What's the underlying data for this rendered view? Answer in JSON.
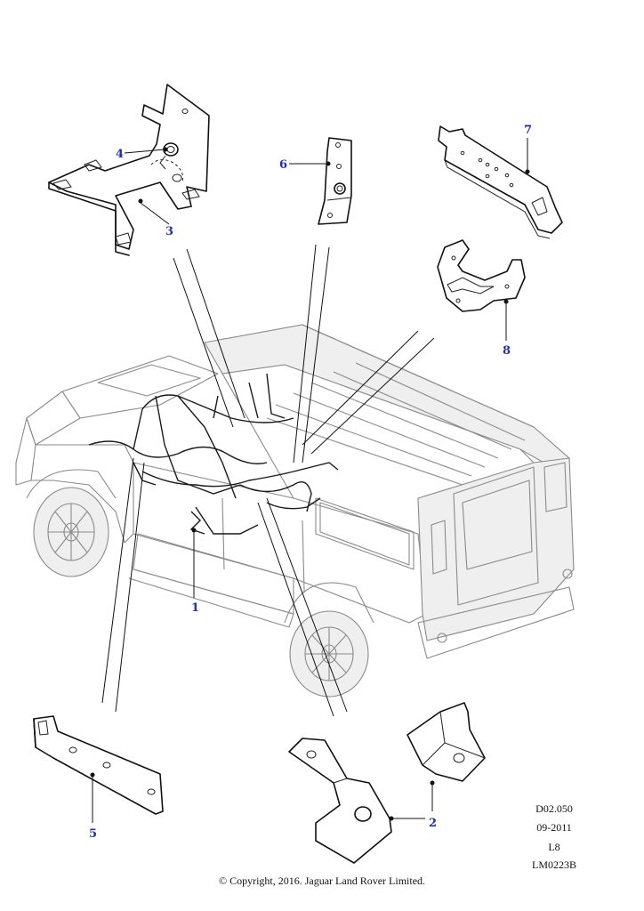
{
  "callouts": {
    "c1": "1",
    "c2": "2",
    "c3": "3",
    "c4": "4",
    "c5": "5",
    "c6": "6",
    "c7": "7",
    "c8": "8"
  },
  "reference": {
    "code": "D02.050",
    "date": "09-2011",
    "level": "L8",
    "image_id": "LM0223B"
  },
  "copyright": "© Copyright, 2016. Jaguar Land Rover Limited.",
  "colors": {
    "callout": "#1f2fb0",
    "linework": "#111111",
    "vehicle": "#8a8a8a"
  }
}
